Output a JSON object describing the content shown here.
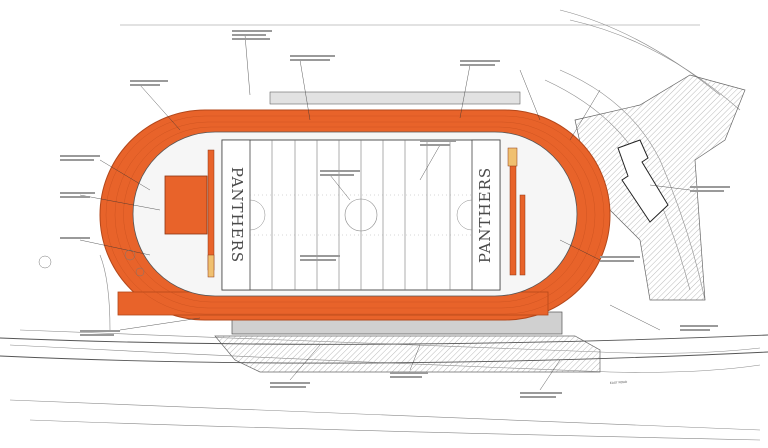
{
  "plan": {
    "end_zone_text_left": "PANTHERS",
    "end_zone_text_right": "PANTHERS",
    "road_label_left": "",
    "road_label_right": "EAST ROAD",
    "colors": {
      "track": "#e8632a",
      "track_edge": "#b3471a",
      "field": "#ffffff",
      "infield": "#f4f4f4",
      "linework": "#555555",
      "hatch": "#b9b9b9",
      "paving": "#d6d6d6"
    }
  }
}
